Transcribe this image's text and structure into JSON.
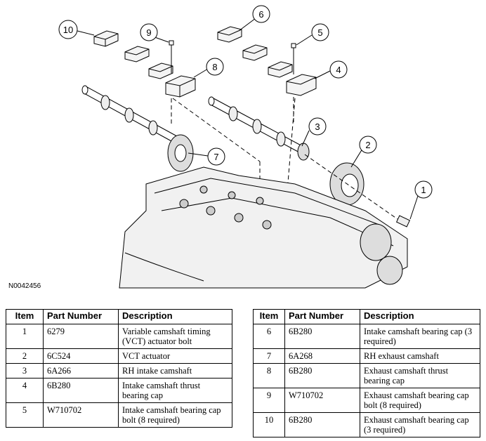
{
  "figure": {
    "id": "N0042456",
    "callouts": [
      "1",
      "2",
      "3",
      "4",
      "5",
      "6",
      "7",
      "8",
      "9",
      "10"
    ]
  },
  "table_headers": {
    "item": "Item",
    "part_number": "Part Number",
    "description": "Description"
  },
  "table_left": [
    {
      "item": "1",
      "part": "6279",
      "desc": "Variable camshaft timing (VCT) actuator bolt"
    },
    {
      "item": "2",
      "part": "6C524",
      "desc": "VCT actuator"
    },
    {
      "item": "3",
      "part": "6A266",
      "desc": "RH intake camshaft"
    },
    {
      "item": "4",
      "part": "6B280",
      "desc": "Intake camshaft thrust bearing cap"
    },
    {
      "item": "5",
      "part": "W710702",
      "desc": "Intake camshaft bearing cap bolt (8 required)"
    }
  ],
  "table_right": [
    {
      "item": "6",
      "part": "6B280",
      "desc": "Intake camshaft bearing cap (3 required)"
    },
    {
      "item": "7",
      "part": "6A268",
      "desc": "RH exhaust camshaft"
    },
    {
      "item": "8",
      "part": "6B280",
      "desc": "Exhaust camshaft thrust bearing cap"
    },
    {
      "item": "9",
      "part": "W710702",
      "desc": "Exhaust camshaft bearing cap bolt (8 required)"
    },
    {
      "item": "10",
      "part": "6B280",
      "desc": "Exhaust camshaft bearing cap (3 required)"
    }
  ]
}
